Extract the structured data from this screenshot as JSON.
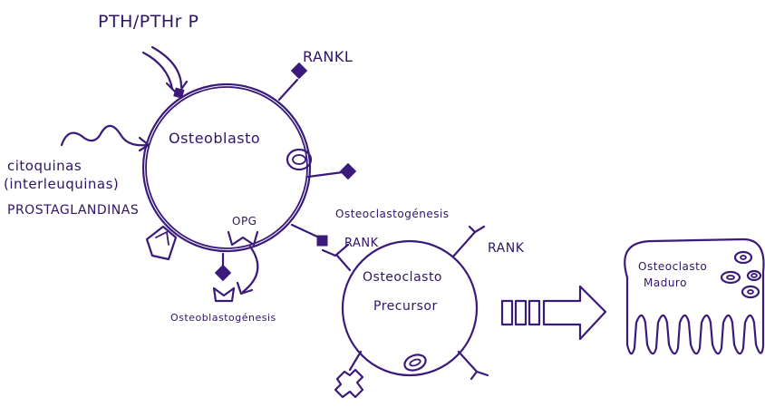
{
  "labels": {
    "pth": "PTH/PTHr P",
    "rankl": "RANKL",
    "citoquinas": "citoquinas",
    "interleuquinas": "(interleuquinas)",
    "prostaglandinas": "PROSTAGLANDINAS",
    "osteoblasto": "Osteoblasto",
    "opg": "OPG",
    "osteoblastogenesis": "Osteoblastogénesis",
    "osteoclastogenesis": "Osteoclastogénesis",
    "rank_1": "RANK",
    "rank_2": "RANK",
    "osteoclasto_precursor_line1": "Osteoclasto",
    "osteoclasto_precursor_line2": "Precursor",
    "osteoclasto_maduro_line1": "Osteoclasto",
    "osteoclasto_maduro_line2": "Maduro"
  },
  "colors": {
    "ink": "#3a1a7a",
    "background": "#ffffff"
  }
}
